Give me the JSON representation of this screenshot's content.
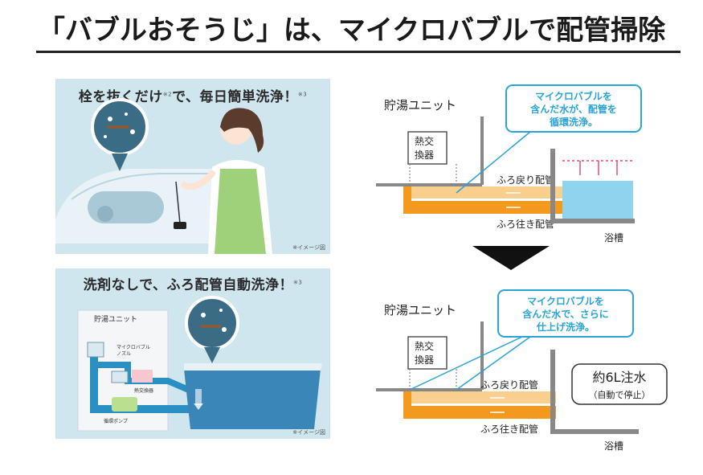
{
  "title": "「バブルおそうじ」は、マイクロバブルで配管掃除",
  "left_top": {
    "heading": "栓を抜くだけ",
    "heading_sup1": "※2",
    "heading_mid": "で、毎日簡単洗浄！",
    "heading_sup2": "※3",
    "note": "※イメージ図"
  },
  "left_bottom": {
    "heading": "洗剤なしで、ふろ配管自動洗浄！",
    "heading_sup": "※3",
    "unit_label": "貯湯ユニット",
    "nozzle_label_1": "マイクロバブル",
    "nozzle_label_2": "ノズル",
    "heat_exchanger_label": "熱交換器",
    "pump_label": "循環ポンプ",
    "note": "※イメージ図"
  },
  "diagram_top": {
    "unit_label": "貯湯ユニット",
    "heat_exchanger_1": "熱交",
    "heat_exchanger_2": "換器",
    "callout_1": "マイクロバブルを",
    "callout_2": "含んだ水が、配管を",
    "callout_3": "循環洗浄。",
    "return_pipe": "ふろ戻り配管",
    "supply_pipe": "ふろ往き配管",
    "bath_label": "浴槽"
  },
  "diagram_bottom": {
    "unit_label": "貯湯ユニット",
    "heat_exchanger_1": "熱交",
    "heat_exchanger_2": "換器",
    "callout_1": "マイクロバブルを",
    "callout_2": "含んだ水で、さらに",
    "callout_3": "仕上げ洗浄。",
    "return_pipe": "ふろ戻り配管",
    "supply_pipe": "ふろ往き配管",
    "bath_label": "浴槽",
    "water_note_1": "約6L注水",
    "water_note_2": "（自動で停止）"
  },
  "colors": {
    "panel_bg": "#cfe6ef",
    "callout_blue": "#29a3d8",
    "pipe_orange": "#f39a1e",
    "pipe_light": "#f8cf8c",
    "water": "#8fd3ef",
    "pipe_gray": "#888888"
  }
}
